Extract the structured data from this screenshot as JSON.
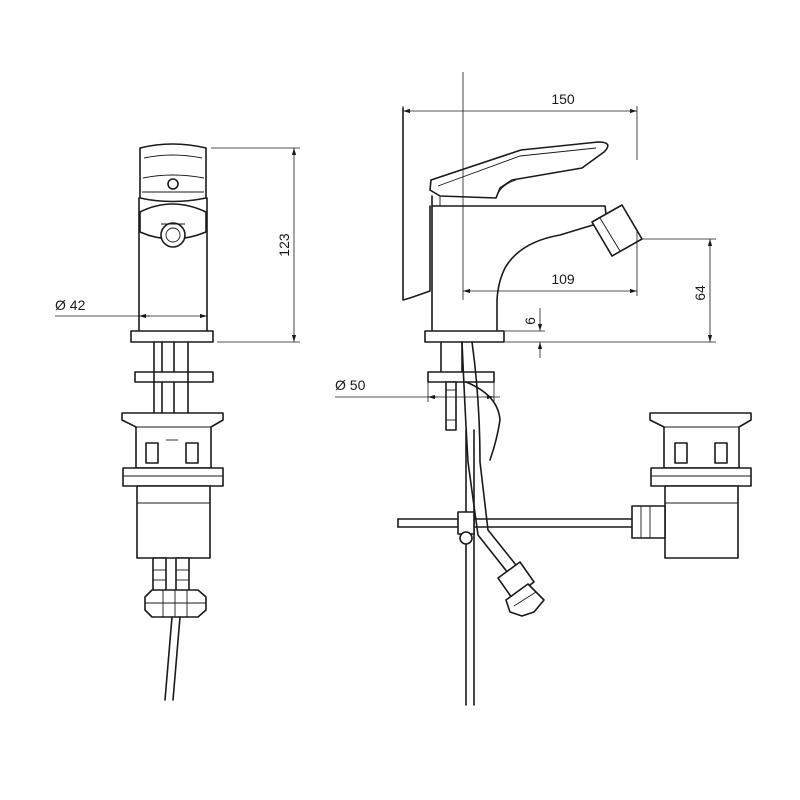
{
  "dimensions": {
    "overall_width": "150",
    "spout_reach": "109",
    "total_height": "123",
    "outlet_height": "64",
    "base_thickness": "6",
    "body_diameter": "Ø 42",
    "base_diameter": "Ø 50"
  }
}
